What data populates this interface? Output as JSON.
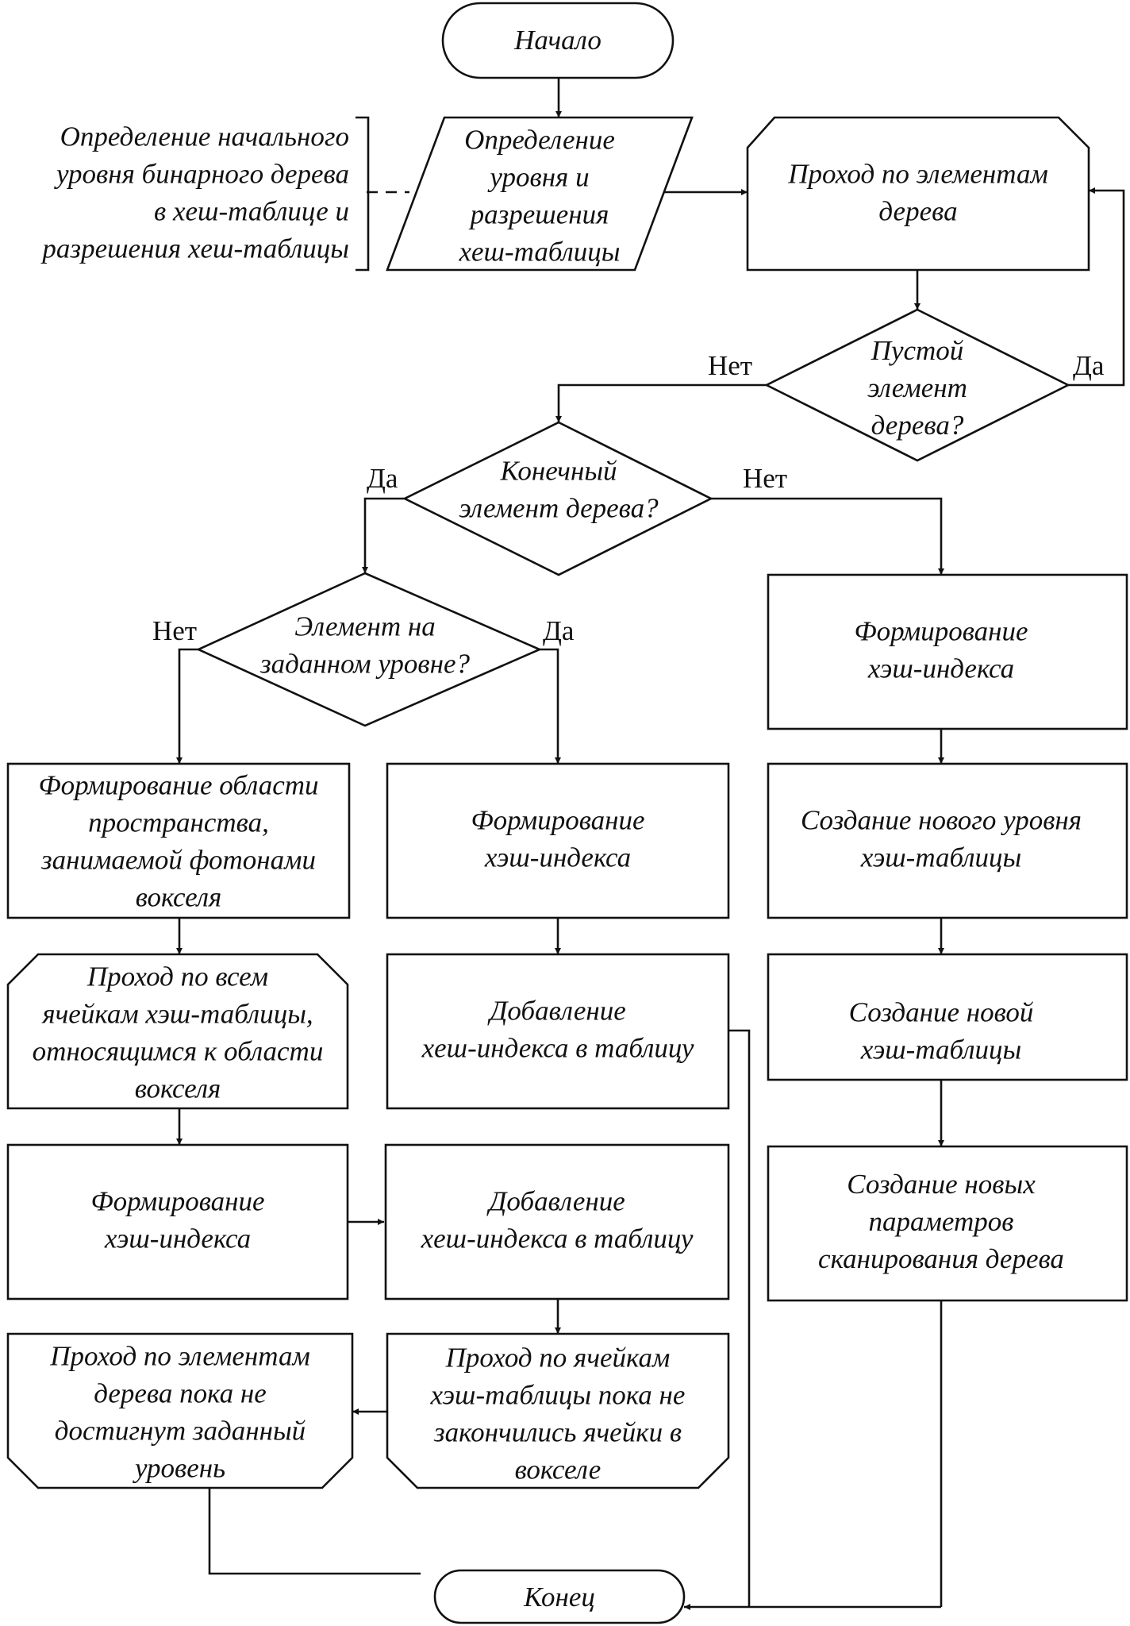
{
  "nodes": {
    "start": "Начало",
    "input": [
      "Определение",
      "уровня и",
      "разрешения",
      "хеш-таблицы"
    ],
    "traverse_tree": [
      "Проход по элементам",
      "дерева"
    ],
    "empty_check": [
      "Пустой",
      "элемент",
      "дерева?"
    ],
    "leaf_check": [
      "Конечный",
      "элемент дерева?"
    ],
    "level_check": [
      "Элемент на",
      "заданном уровне?"
    ],
    "right_hash_index": [
      "Формирование",
      "хэш-индекса"
    ],
    "new_level": [
      "Создание нового уровня",
      "хэш-таблицы"
    ],
    "new_table": [
      "Создание новой",
      "хэш-таблицы"
    ],
    "new_params": [
      "Создание новых",
      "параметров",
      "сканирования дерева"
    ],
    "mid_hash_index": [
      "Формирование",
      "хэш-индекса"
    ],
    "mid_add_index": [
      "Добавление",
      "хеш-индекса в таблицу"
    ],
    "form_region": [
      "Формирование области",
      "пространства,",
      "занимаемой фотонами",
      "вокселя"
    ],
    "cells_loop": [
      "Проход по всем",
      "ячейкам хэш-таблицы,",
      "относящимся к области",
      "вокселя"
    ],
    "left_hash_index": [
      "Формирование",
      "хэш-индекса"
    ],
    "left_add_index": [
      "Добавление",
      "хеш-индекса в таблицу"
    ],
    "cells_loop_end": [
      "Проход по ячейкам",
      "хэш-таблицы пока не",
      "закончились ячейки в",
      "вокселе"
    ],
    "tree_loop_end": [
      "Проход по элементам",
      "дерева пока не",
      "достигнут заданный",
      "уровень"
    ],
    "end": "Конец"
  },
  "annotation": [
    "Определение начального",
    "уровня бинарного дерева",
    "в хеш-таблице и",
    "разрешения хеш-таблицы"
  ],
  "labels": {
    "empty_no": "Нет",
    "empty_yes": "Да",
    "leaf_yes": "Да",
    "leaf_no": "Нет",
    "level_no": "Нет",
    "level_yes": "Да"
  }
}
